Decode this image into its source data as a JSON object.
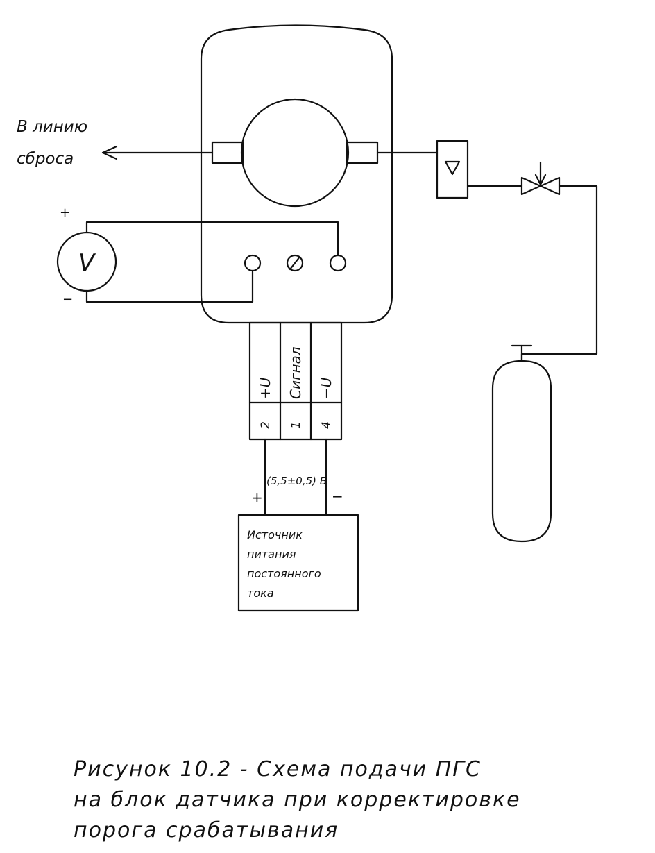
{
  "diagram": {
    "outlet_label_line1": "В линию",
    "outlet_label_line2": "сброса",
    "voltmeter": {
      "symbol": "V",
      "plus": "+",
      "minus": "−"
    },
    "terminals": [
      {
        "label": "+U",
        "number": "2"
      },
      {
        "label": "Сигнал",
        "number": "1"
      },
      {
        "label": "−U",
        "number": "4"
      }
    ],
    "supply_voltage": "(5,5±0,5) В",
    "supply_plus": "+",
    "supply_minus": "−",
    "power_source_lines": [
      "Источник",
      "питания",
      "постоянного",
      "тока"
    ]
  },
  "caption": {
    "line1": "Рисунок 10.2 - Схема подачи ПГС",
    "line2": "на блок датчика при корректировке",
    "line3": "порога срабатывания"
  }
}
